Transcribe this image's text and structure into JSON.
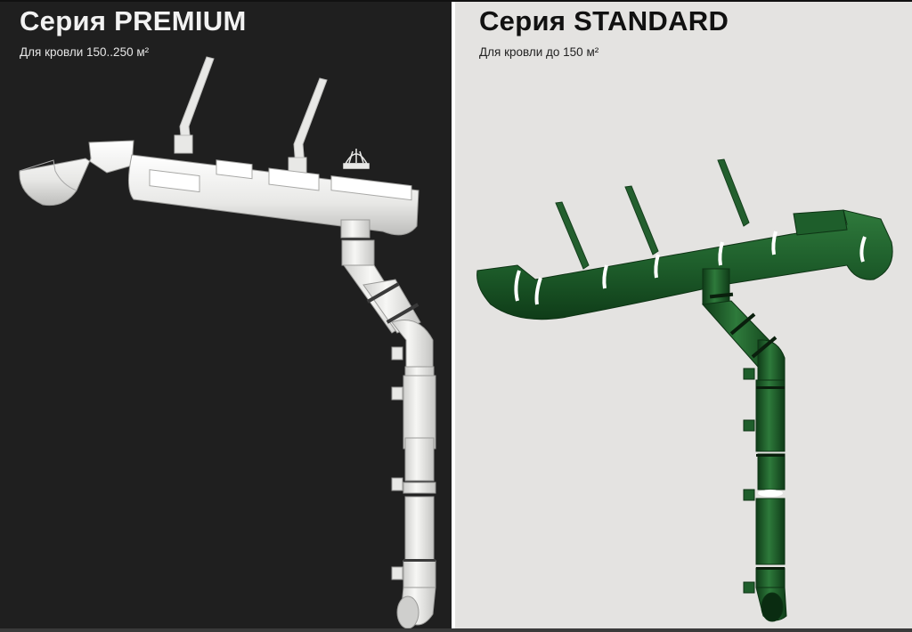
{
  "premium": {
    "title": "Серия PREMIUM",
    "subtitle": "Для кровли 150..250 м²",
    "background": "#1f1f1f",
    "product_color": "#efefed",
    "product_image": "white gutter system (exploded view)"
  },
  "standard": {
    "title": "Серия STANDARD",
    "subtitle": "Для кровли до 150 м²",
    "background": "#e4e3e1",
    "product_color": "#1f5e2c",
    "product_image": "green gutter system (exploded view)"
  },
  "divider_color": "#ffffff"
}
